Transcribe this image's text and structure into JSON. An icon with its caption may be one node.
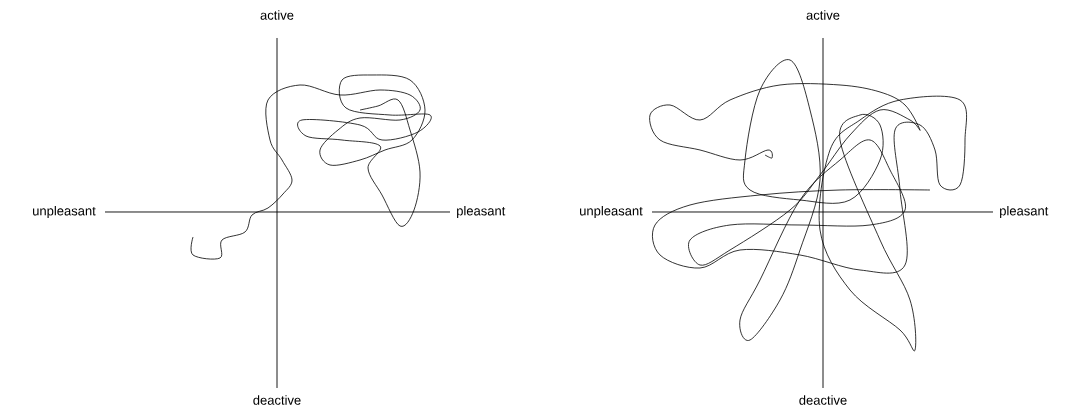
{
  "diagram": {
    "labels": [
      "active",
      "active",
      "unpleasant",
      "pleasant",
      "unpleasant",
      "pleasant",
      "deactive",
      "deactive"
    ]
  }
}
